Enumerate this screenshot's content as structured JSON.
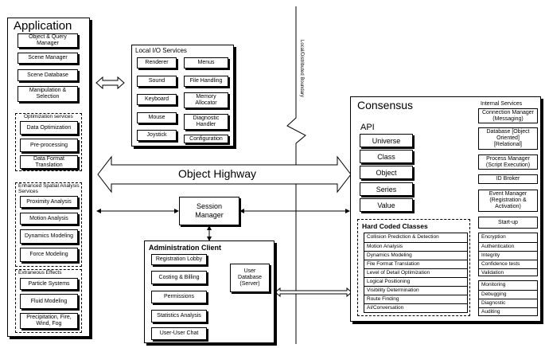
{
  "application": {
    "title": "Application",
    "core_boxes": [
      "Object & Query Manager",
      "Scene Manager",
      "Scene Database",
      "Manipulation & Selection"
    ],
    "optimization": {
      "title": "Optimization services",
      "boxes": [
        "Data Optimization",
        "Pre-processing",
        "Data Format Translation"
      ]
    },
    "spatial": {
      "title": "Enhanced Spatial Analysis Services",
      "boxes": [
        "Proximity Analysis",
        "Motion Analysis",
        "Dynamics Modeling",
        "Force Modeling"
      ]
    },
    "extraneous": {
      "title": "Extraneous Effects",
      "boxes": [
        "Particle Systems",
        "Fluid Modeling",
        "Precipitation, Fire, Wind, Fog"
      ]
    }
  },
  "local_io": {
    "title": "Local I/O Services",
    "left": [
      "Renderer",
      "Sound",
      "Keyboard",
      "Mouse",
      "Joystick"
    ],
    "right": [
      "Menus",
      "File Handling",
      "Memory Allocator",
      "Diagnostic Handler",
      "Configuration"
    ]
  },
  "boundary_label": "Local/Distributed Boundary",
  "object_highway": "Object Highway",
  "session_manager": "Session Manager",
  "admin_client": {
    "title": "Administration Client",
    "boxes": [
      "Registration Lobby",
      "Costing & Billing",
      "Permissions",
      "Statistics Analysis",
      "User-User Chat"
    ],
    "database": "User Database (Server)"
  },
  "consensus": {
    "title": "Consensus",
    "api_label": "API",
    "api_items": [
      "Universe",
      "Class",
      "Object",
      "Series",
      "Value"
    ],
    "hard_coded": {
      "title": "Hard Coded Classes",
      "items": [
        "Collision Prediction & Detection",
        "Motion Analysis",
        "Dynamics Modeling",
        "File Format Translation",
        "Level of Detail Optimization",
        "Logical Positioning",
        "Visibility Determination",
        "Route Finding",
        "AI/Conversation"
      ]
    },
    "internal": {
      "title": "Internal Services",
      "boxes": [
        "Connection Manager (Messaging)",
        "Database [Object Oriented] [Relational]",
        "Process Manager (Script Execution)",
        "ID Broker",
        "Event Manager (Registration & Activation)",
        "Start-up"
      ],
      "security": [
        "Encryption",
        "Authentication",
        "Integrity",
        "Confidence tests",
        "Validation"
      ],
      "monitoring": [
        "Monitoring",
        "Debugging",
        "Diagnostic",
        "Auditing"
      ]
    }
  }
}
